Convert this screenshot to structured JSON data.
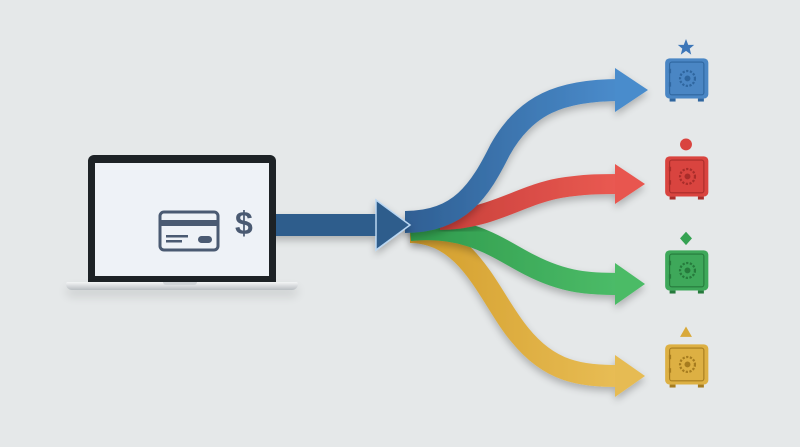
{
  "scene": {
    "background": "#e5e8e9",
    "description": "Payment from laptop splits into four colored flows, each leading to a safe"
  },
  "source": {
    "device": "laptop",
    "icons": [
      "credit-card-icon",
      "dollar-icon"
    ],
    "dollar_symbol": "$",
    "arrow_color": "#2f5d8c"
  },
  "flows": [
    {
      "name": "blue",
      "color": "#3f7fc1",
      "destination_marker": "star",
      "safe_color": "#4a86c4"
    },
    {
      "name": "red",
      "color": "#e0504a",
      "destination_marker": "circle",
      "safe_color": "#d9443f"
    },
    {
      "name": "green",
      "color": "#3fae5a",
      "destination_marker": "diamond",
      "safe_color": "#3ea85a"
    },
    {
      "name": "yellow",
      "color": "#e2b341",
      "destination_marker": "triangle",
      "safe_color": "#ddb043"
    }
  ]
}
